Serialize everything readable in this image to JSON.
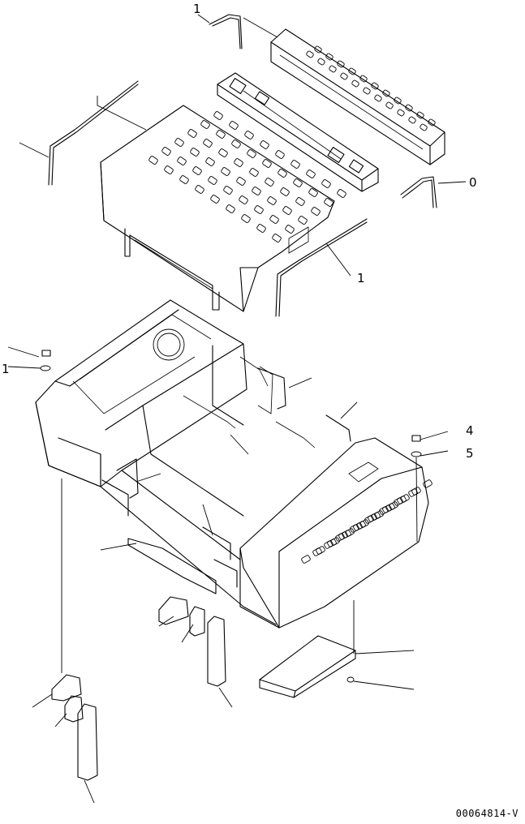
{
  "drawing_id": "00064814-V",
  "callouts": {
    "c1": "1",
    "c2": "0",
    "c3": "1",
    "c4": "1",
    "c5": "4",
    "c6": "5"
  }
}
